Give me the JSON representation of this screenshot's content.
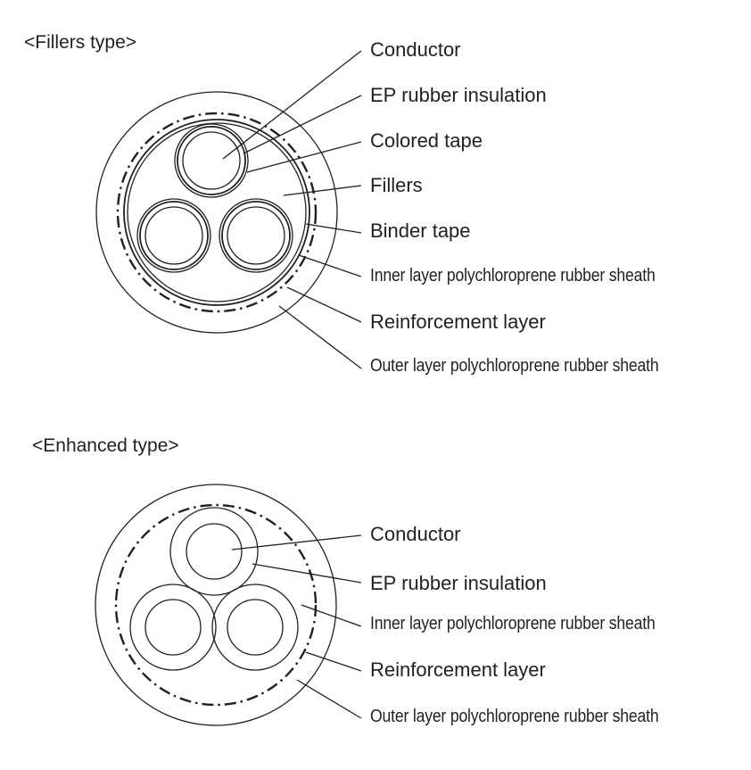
{
  "fillers": {
    "title": "<Fillers type>",
    "labels": [
      {
        "name": "conductor",
        "text": "Conductor"
      },
      {
        "name": "ep-rubber-insulation",
        "text": "EP rubber insulation"
      },
      {
        "name": "colored-tape",
        "text": "Colored tape"
      },
      {
        "name": "fillers",
        "text": "Fillers"
      },
      {
        "name": "binder-tape",
        "text": "Binder tape"
      },
      {
        "name": "inner-sheath",
        "text": "Inner layer polychloroprene rubber sheath"
      },
      {
        "name": "reinforcement-layer",
        "text": "Reinforcement layer"
      },
      {
        "name": "outer-sheath",
        "text": "Outer layer polychloroprene rubber sheath"
      }
    ]
  },
  "enhanced": {
    "title": "<Enhanced type>",
    "labels": [
      {
        "name": "conductor",
        "text": "Conductor"
      },
      {
        "name": "ep-rubber-insulation",
        "text": "EP rubber insulation"
      },
      {
        "name": "inner-sheath",
        "text": "Inner layer polychloroprene rubber sheath"
      },
      {
        "name": "reinforcement-layer",
        "text": "Reinforcement layer"
      },
      {
        "name": "outer-sheath",
        "text": "Outer layer polychloroprene rubber sheath"
      }
    ]
  }
}
